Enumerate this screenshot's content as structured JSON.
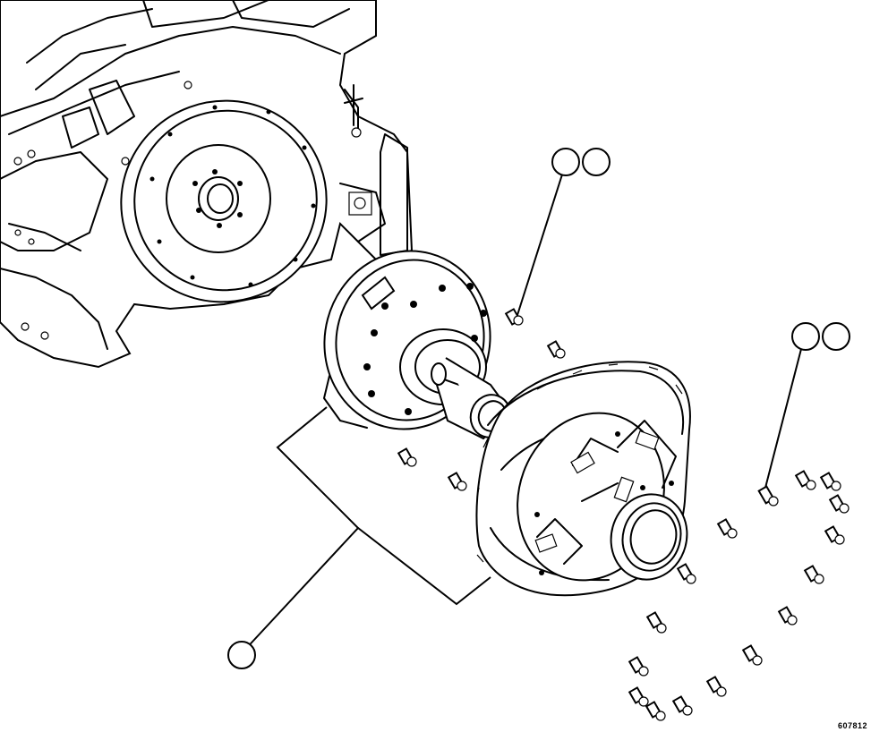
{
  "figure": {
    "id": "607812"
  },
  "callouts": [
    {
      "name": "callout-bolts-left-1",
      "label": ""
    },
    {
      "name": "callout-bolts-left-2",
      "label": ""
    },
    {
      "name": "callout-bolts-right-1",
      "label": ""
    },
    {
      "name": "callout-bolts-right-2",
      "label": ""
    },
    {
      "name": "callout-converter-assembly",
      "label": ""
    }
  ],
  "colors": {
    "line": "#000000",
    "background": "#ffffff"
  }
}
